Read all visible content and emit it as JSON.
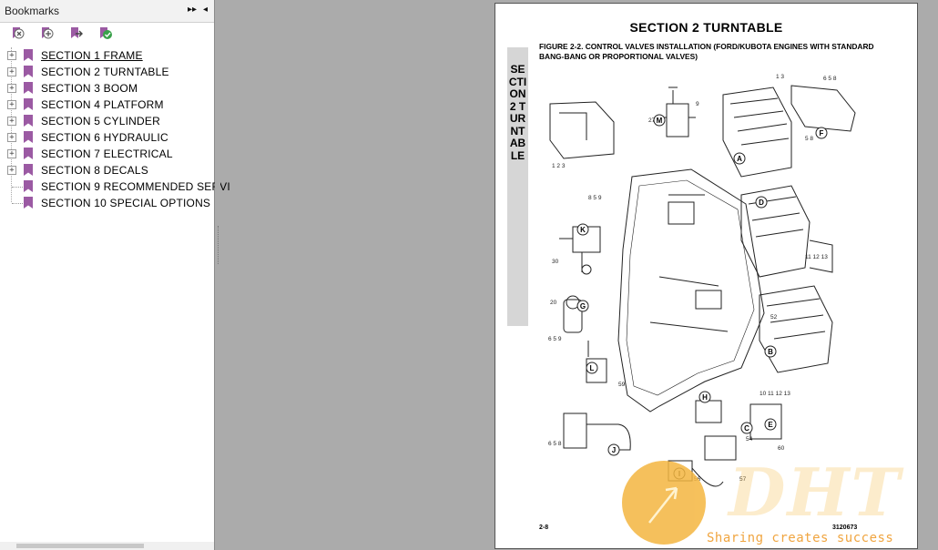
{
  "panel": {
    "title": "Bookmarks",
    "expand_all_glyph": "▸▸",
    "collapse_glyph": "◂",
    "toolbar": [
      {
        "name": "delete-bookmark-icon"
      },
      {
        "name": "new-bookmark-icon"
      },
      {
        "name": "go-to-bookmark-icon"
      },
      {
        "name": "bookmark-properties-icon"
      }
    ],
    "bookmarks": [
      {
        "label": "SECTION 1 FRAME",
        "expandable": true
      },
      {
        "label": "SECTION 2 TURNTABLE",
        "expandable": true
      },
      {
        "label": "SECTION 3 BOOM",
        "expandable": true
      },
      {
        "label": "SECTION 4 PLATFORM",
        "expandable": true
      },
      {
        "label": "SECTION 5 CYLINDER",
        "expandable": true
      },
      {
        "label": "SECTION 6 HYDRAULIC",
        "expandable": true
      },
      {
        "label": "SECTION 7 ELECTRICAL",
        "expandable": true
      },
      {
        "label": "SECTION 8 DECALS",
        "expandable": true
      },
      {
        "label": "SECTION 9 RECOMMENDED SERVI",
        "expandable": false
      },
      {
        "label": "SECTION 10 SPECIAL OPTIONS",
        "expandable": false
      }
    ],
    "expander_glyph": "+"
  },
  "document": {
    "title": "SECTION 2   TURNTABLE",
    "side_title": "SECTION 2 TURNTABLE",
    "caption": "FIGURE 2-2.    CONTROL VALVES INSTALLATION (FORD/KUBOTA ENGINES WITH STANDARD BANG-BANG OR PROPORTIONAL VALVES)",
    "page_number": "2-8",
    "doc_number": "3120673",
    "callout_letters": [
      "M",
      "A",
      "F",
      "K",
      "G",
      "D",
      "L",
      "B",
      "H",
      "E",
      "J",
      "I",
      "C"
    ]
  },
  "watermark": {
    "logo": "DHT",
    "slogan": "Sharing creates success",
    "color": "#f4b640"
  },
  "colors": {
    "bookmark_icon": "#9b5aa3",
    "page_background": "#ababab",
    "side_band": "#d6d6d6"
  }
}
